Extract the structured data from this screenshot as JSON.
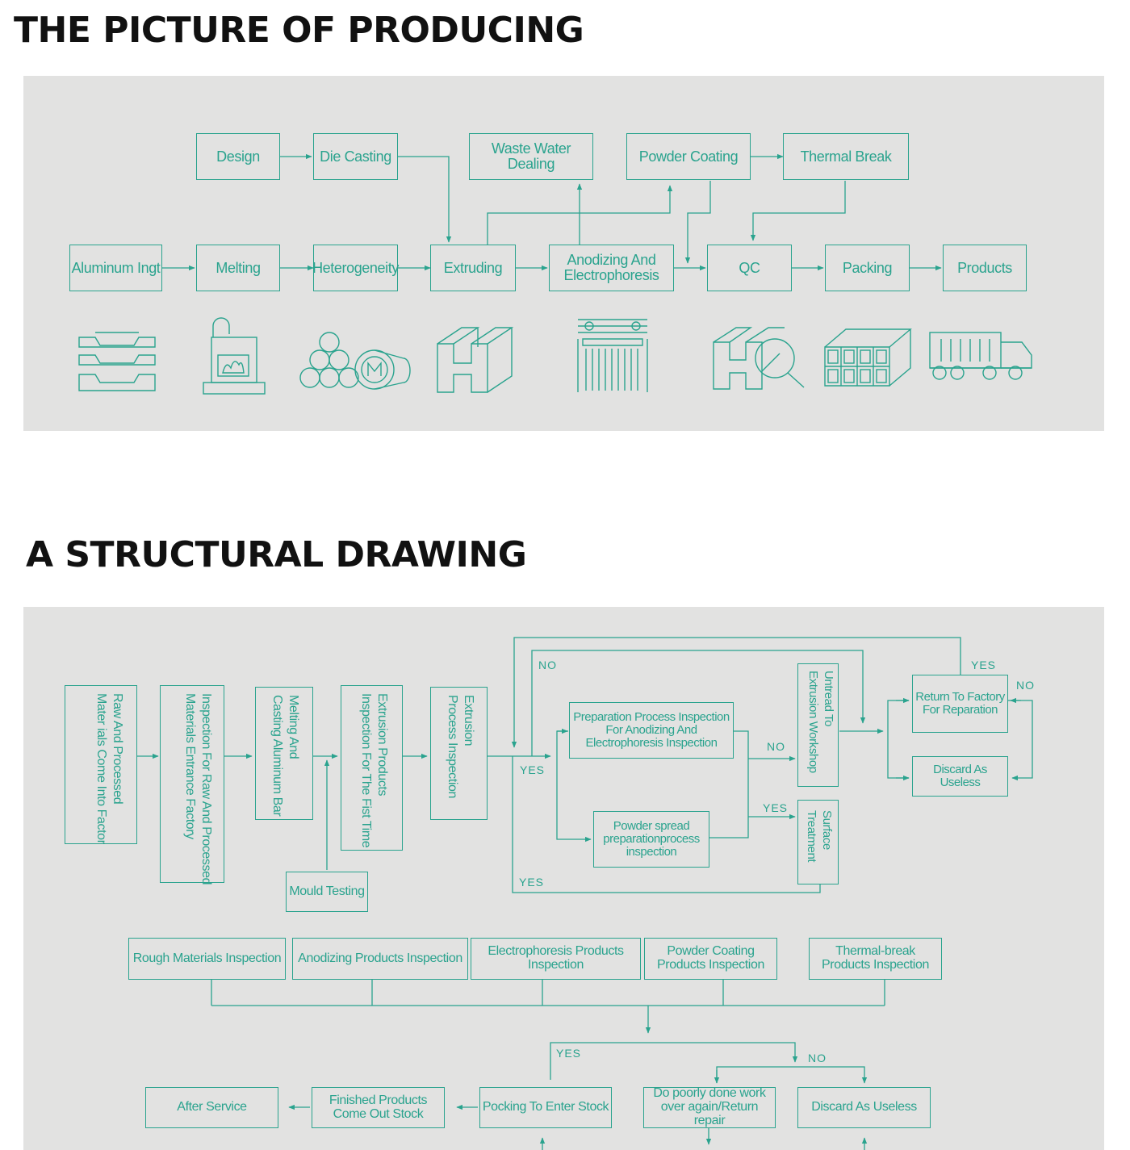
{
  "section1": {
    "title": "THE PICTURE OF PRODUCING",
    "boxes": {
      "design": "Design",
      "die_casting": "Die Casting",
      "waste_water": "Waste Water\nDealing",
      "powder_coating": "Powder Coating",
      "thermal_break": "Thermal Break",
      "aluminum_ingot": "Aluminum Ingt",
      "melting": "Melting",
      "heterogeneity": "Heterogeneity",
      "extruding": "Extruding",
      "anodizing": "Anodizing And\nElectrophoresis",
      "qc": "QC",
      "packing": "Packing",
      "products": "Products"
    },
    "icons": [
      "aluminum-ingot-icon",
      "furnace-icon",
      "logs-icon",
      "h-profile-icon",
      "anodizing-rack-icon",
      "inspection-icon",
      "packed-profiles-icon",
      "truck-icon"
    ]
  },
  "section2": {
    "title": "A STRUCTURAL DRAWING",
    "vboxes": {
      "raw": "Raw And Processed\nMater ials Come Into Factor",
      "inspection_raw": "Inspection For Raw And Processed\nMaterials Entrance Factory",
      "melting_casting": "Melting And\nCasting Aluminum Bar",
      "extrusion_first": "Extrusion Products\nInspection For The Fist Time",
      "extrusion_process": "Extrusion\nProcess Inspection",
      "untread": "Untread To\nExtrusion Workshop",
      "surface": "Surface\nTreatment"
    },
    "boxes": {
      "mould_testing": "Mould Testing",
      "prep_process": "Preparation Process Inspection\nFor Anodizing And\nElectrophoresis Inspection",
      "powder_spread": "Powder spread\npreparationprocess\ninspection",
      "return_factory": "Return To Factory\nFor Reparation",
      "discard_top": "Discard As Useless",
      "rough": "Rough Materials Inspection",
      "anodizing_products": "Anodizing Products Inspection",
      "electrophoresis_products": "Electrophoresis Products\nInspection",
      "powder_coating_products": "Powder Coating\nProducts Inspection",
      "thermal_products": "Thermal-break\nProducts Inspection",
      "after_service": "After Service",
      "finished_products": "Finished Products\nCome Out Stock",
      "pocking": "Pocking To Enter Stock",
      "do_poorly": "Do poorly done work\nover again/Return repair",
      "discard_bottom": "Discard As Useless"
    },
    "labels": {
      "no_top": "NO",
      "yes_top_right": "YES",
      "no_right": "NO",
      "yes_mid": "YES",
      "no_mid": "NO",
      "yes_surface": "YES",
      "yes_bottom_loop": "YES",
      "yes_lower": "YES",
      "no_lower": "NO"
    }
  },
  "colors": {
    "accent": "#2aa38e",
    "panel": "#e2e2e1",
    "title": "#111111"
  }
}
